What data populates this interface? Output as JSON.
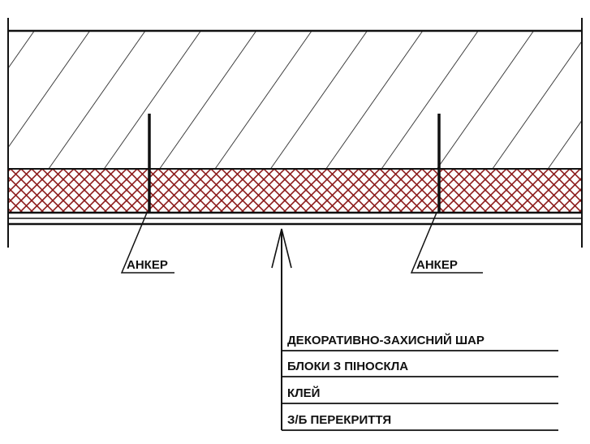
{
  "colors": {
    "line": "#111111",
    "mesh": "#8b1a1a"
  },
  "anchors": [
    {
      "label": "АНКЕР"
    },
    {
      "label": "АНКЕР"
    }
  ],
  "layers": [
    {
      "label": "ДЕКОРАТИВНО-ЗАХИСНИЙ ШАР"
    },
    {
      "label": "БЛОКИ З ПІНОСКЛА"
    },
    {
      "label": "КЛЕЙ"
    },
    {
      "label": "З/Б ПЕРЕКРИТТЯ"
    }
  ]
}
